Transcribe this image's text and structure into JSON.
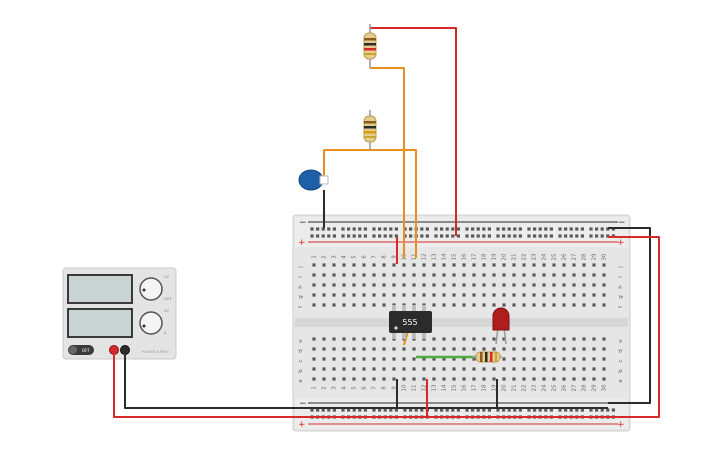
{
  "breadboard": {
    "rail_minus": "−",
    "rail_plus": "+",
    "rows_top": [
      "j",
      "i",
      "h",
      "g",
      "f"
    ],
    "rows_bottom": [
      "e",
      "d",
      "c",
      "b",
      "a"
    ],
    "columns": [
      "1",
      "2",
      "3",
      "4",
      "5",
      "6",
      "7",
      "8",
      "9",
      "10",
      "11",
      "12",
      "13",
      "14",
      "15",
      "16",
      "17",
      "18",
      "19",
      "20",
      "21",
      "22",
      "23",
      "24",
      "25",
      "26",
      "27",
      "28",
      "29",
      "30"
    ]
  },
  "chip": {
    "label": "555"
  },
  "power_supply": {
    "knob1_marks": [
      "CV",
      "OUT"
    ],
    "knob2_marks": [
      "CC",
      "A"
    ],
    "switch_label": "OFF",
    "brand": "POWER SUPPLY"
  },
  "colors": {
    "wire_red": "#d62a2a",
    "wire_black": "#2b2b2b",
    "wire_orange": "#e8901e",
    "wire_green": "#4caf3a",
    "breadboard": "#e9e9e9",
    "hole": "#555555",
    "capacitor": "#1f5fa8",
    "led": "#b01d1d"
  }
}
